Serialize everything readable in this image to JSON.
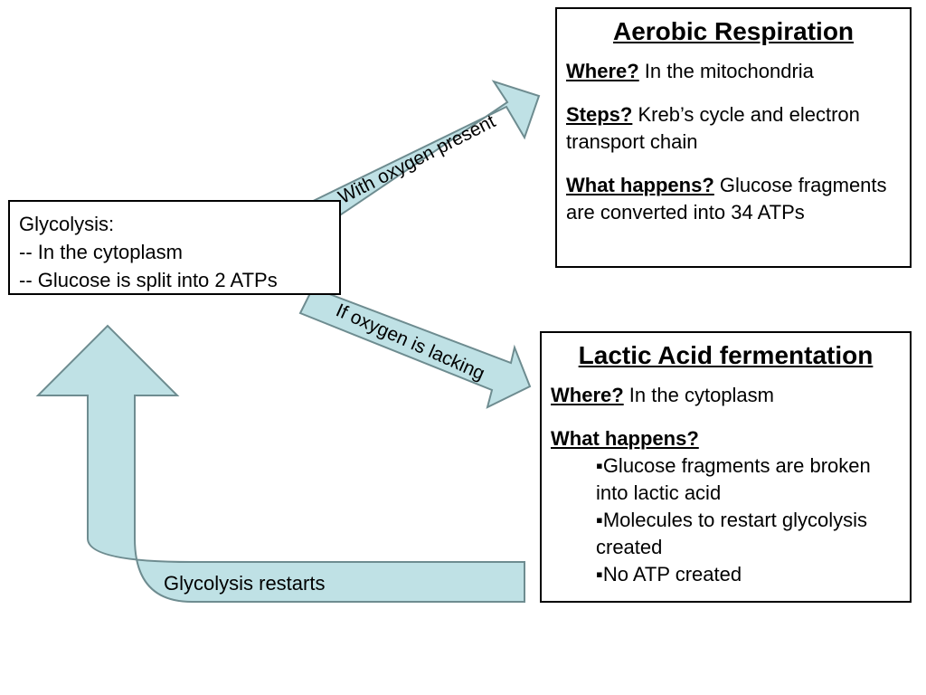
{
  "glycolysis": {
    "title": "Glycolysis:",
    "lines": [
      "-- In the cytoplasm",
      "-- Glucose is split into 2 ATPs"
    ]
  },
  "arrows": {
    "upper_label": "With oxygen present",
    "lower_label": "If oxygen is lacking",
    "restart_label": "Glycolysis restarts",
    "fill_color": "#bfe1e5",
    "stroke_color": "#6e8c90"
  },
  "aerobic": {
    "title": "Aerobic Respiration",
    "where_label": "Where?",
    "where_text": " In the mitochondria",
    "steps_label": "Steps?",
    "steps_text": " Kreb’s cycle and electron transport chain",
    "happens_label": "What happens?",
    "happens_text": " Glucose fragments are converted into 34 ATPs"
  },
  "lactic": {
    "title": "Lactic Acid fermentation",
    "where_label": "Where?",
    "where_text": " In the cytoplasm",
    "happens_label": "What happens?",
    "bullets": [
      "Glucose fragments are broken into lactic acid",
      "Molecules to restart glycolysis created",
      "No ATP created"
    ]
  }
}
